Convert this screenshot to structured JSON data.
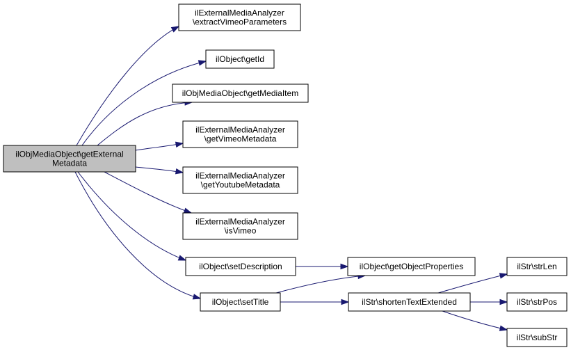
{
  "graph": {
    "edge_color": "#191970",
    "root_fill": "#bfbfbf",
    "nodes": [
      {
        "id": "root",
        "lines": [
          "ilObjMediaObject\\getExternal",
          "Metadata"
        ]
      },
      {
        "id": "extractVimeo",
        "lines": [
          "ilExternalMediaAnalyzer",
          "\\extractVimeoParameters"
        ]
      },
      {
        "id": "getId",
        "lines": [
          "ilObject\\getId"
        ]
      },
      {
        "id": "getMediaItem",
        "lines": [
          "ilObjMediaObject\\getMediaItem"
        ]
      },
      {
        "id": "getVimeoMeta",
        "lines": [
          "ilExternalMediaAnalyzer",
          "\\getVimeoMetadata"
        ]
      },
      {
        "id": "getYoutubeMeta",
        "lines": [
          "ilExternalMediaAnalyzer",
          "\\getYoutubeMetadata"
        ]
      },
      {
        "id": "isVimeo",
        "lines": [
          "ilExternalMediaAnalyzer",
          "\\isVimeo"
        ]
      },
      {
        "id": "setDescription",
        "lines": [
          "ilObject\\setDescription"
        ]
      },
      {
        "id": "setTitle",
        "lines": [
          "ilObject\\setTitle"
        ]
      },
      {
        "id": "getObjectProperties",
        "lines": [
          "ilObject\\getObjectProperties"
        ]
      },
      {
        "id": "shortenText",
        "lines": [
          "ilStr\\shortenTextExtended"
        ]
      },
      {
        "id": "strLen",
        "lines": [
          "ilStr\\strLen"
        ]
      },
      {
        "id": "strPos",
        "lines": [
          "ilStr\\strPos"
        ]
      },
      {
        "id": "subStr",
        "lines": [
          "ilStr\\subStr"
        ]
      }
    ],
    "edges": [
      {
        "from": "root",
        "to": "extractVimeo"
      },
      {
        "from": "root",
        "to": "getId"
      },
      {
        "from": "root",
        "to": "getMediaItem"
      },
      {
        "from": "root",
        "to": "getVimeoMeta"
      },
      {
        "from": "root",
        "to": "getYoutubeMeta"
      },
      {
        "from": "root",
        "to": "isVimeo"
      },
      {
        "from": "root",
        "to": "setDescription"
      },
      {
        "from": "root",
        "to": "setTitle"
      },
      {
        "from": "setDescription",
        "to": "getObjectProperties"
      },
      {
        "from": "setTitle",
        "to": "getObjectProperties"
      },
      {
        "from": "setTitle",
        "to": "shortenText"
      },
      {
        "from": "shortenText",
        "to": "strLen"
      },
      {
        "from": "shortenText",
        "to": "strPos"
      },
      {
        "from": "shortenText",
        "to": "subStr"
      }
    ]
  }
}
